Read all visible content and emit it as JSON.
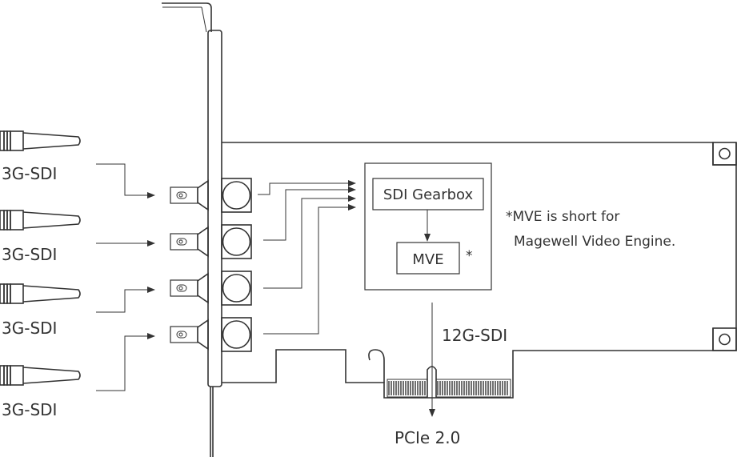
{
  "inputs": [
    {
      "label": "3G-SDI"
    },
    {
      "label": "3G-SDI"
    },
    {
      "label": "3G-SDI"
    },
    {
      "label": "3G-SDI"
    }
  ],
  "blocks": {
    "gearbox": "SDI Gearbox",
    "mve": "MVE",
    "mve_marker": "*"
  },
  "note": {
    "line1": "*MVE is short for",
    "line2": "Magewell Video Engine."
  },
  "signals": {
    "internal": "12G-SDI",
    "bus": "PCIe 2.0"
  },
  "colors": {
    "stroke": "#333333",
    "background": "#ffffff"
  }
}
